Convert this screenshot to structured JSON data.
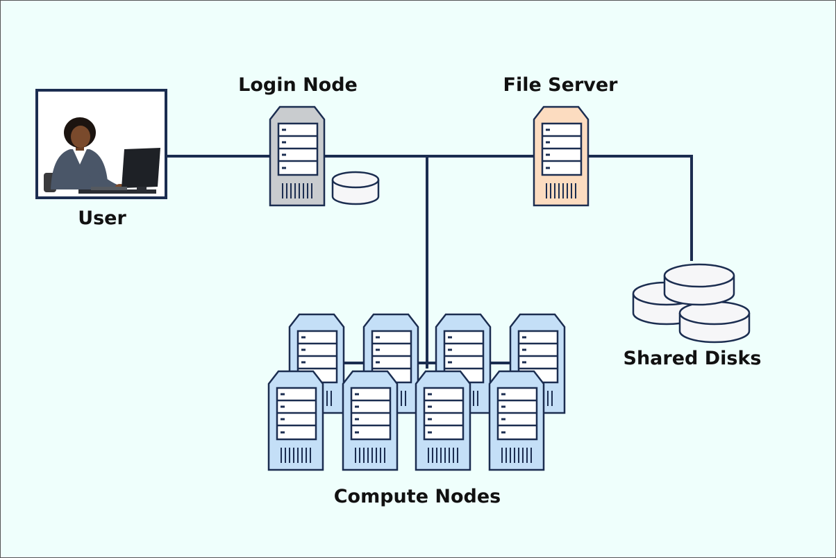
{
  "labels": {
    "user": "User",
    "login_node": "Login Node",
    "file_server": "File Server",
    "shared_disks": "Shared Disks",
    "compute_nodes": "Compute Nodes"
  },
  "colors": {
    "background": "#effffc",
    "line": "#1b2d50",
    "login_node_fill": "#c9cccf",
    "file_server_fill": "#fcdcc0",
    "compute_node_fill": "#c4dff7",
    "disk_fill": "#f6f6f8"
  },
  "icons": {
    "user": "person-at-computer-icon",
    "login_node": "server-tower-icon",
    "file_server": "server-tower-icon",
    "compute_nodes": "server-tower-icon",
    "disk": "disk-cylinder-icon"
  }
}
